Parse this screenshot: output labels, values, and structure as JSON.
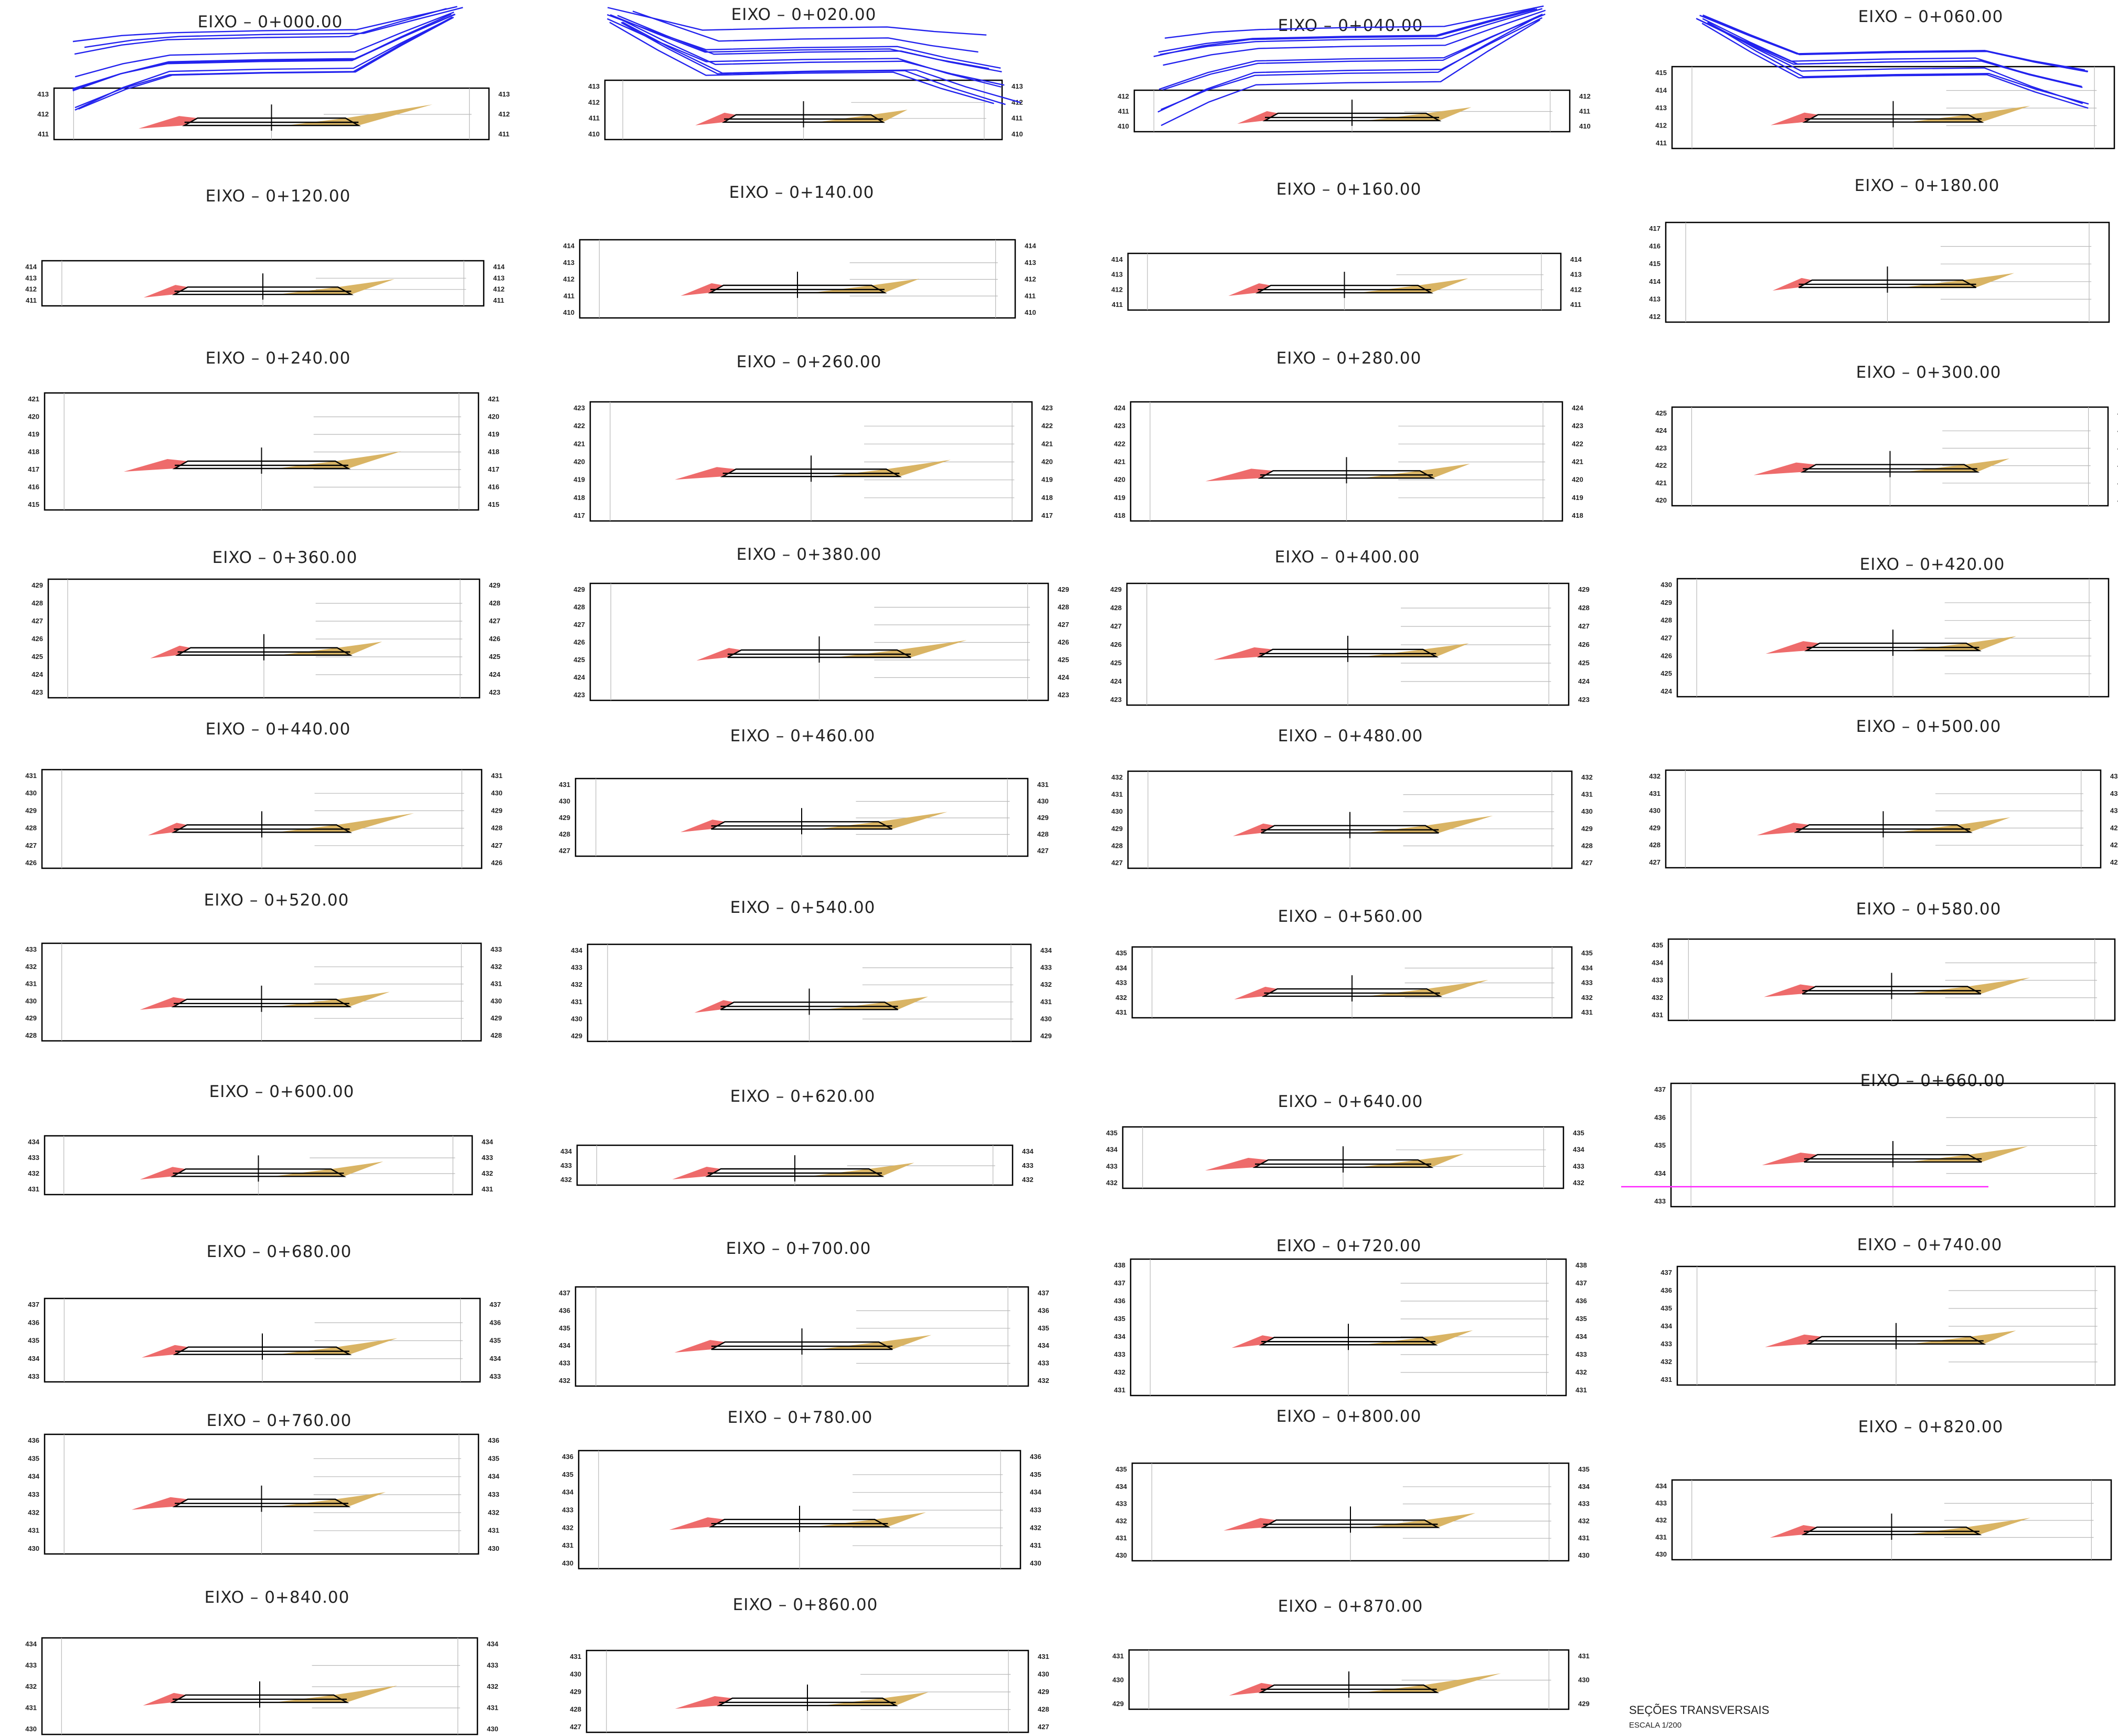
{
  "sheet": {
    "title": "SEÇÕES TRANSVERSAIS",
    "scale": "ESCALA 1/200"
  },
  "sections": [
    {
      "label": "EIXO  –  0+000.00",
      "ticks": [
        "413",
        "412",
        "411"
      ],
      "pr": [
        0,
        0.5,
        1
      ],
      "rr": [
        0.3,
        0.62,
        1.0
      ]
    },
    {
      "label": "EIXO  –  0+020.00",
      "ticks": [
        "413",
        "412",
        "411",
        "410"
      ],
      "pr": [
        1,
        0.5,
        0
      ],
      "rr": [
        0.3,
        0.25,
        0.1
      ]
    },
    {
      "label": "EIXO  –  0+040.00",
      "ticks": [
        "412",
        "411",
        "410"
      ],
      "pr": [
        0,
        0.5,
        1
      ],
      "rr": [
        0.6,
        0.15,
        0.2
      ]
    },
    {
      "label": "EIXO  –  0+060.00",
      "ticks": [
        "415",
        "414",
        "413",
        "412",
        "411"
      ],
      "pr": [
        1,
        0.5,
        0
      ],
      "rr": [
        0.25,
        0.3,
        0.5
      ]
    },
    {
      "label": "EIXO  –  0+120.00",
      "ticks": [
        "414",
        "413",
        "412",
        "411"
      ],
      "pr": [
        0,
        0.5,
        1
      ],
      "rr": [
        0.3,
        0.22,
        0.4
      ]
    },
    {
      "label": "EIXO  –  0+140.00",
      "ticks": [
        "414",
        "413",
        "412",
        "411",
        "410"
      ],
      "pr": [
        1,
        0.5,
        0
      ],
      "rr": [
        0.3,
        0.2,
        0.25
      ]
    },
    {
      "label": "EIXO  –  0+160.00",
      "ticks": [
        "414",
        "413",
        "412",
        "411"
      ],
      "pr": [
        0,
        0.5,
        1
      ],
      "rr": [
        0.5,
        0.2,
        0.3
      ]
    },
    {
      "label": "EIXO  –  0+180.00",
      "ticks": [
        "417",
        "416",
        "415",
        "414",
        "413",
        "412"
      ],
      "pr": [
        1,
        0.5,
        0
      ],
      "rr": [
        0.35,
        0.1,
        0.3
      ]
    },
    {
      "label": "EIXO  –  0+240.00",
      "ticks": [
        "421",
        "420",
        "419",
        "418",
        "417",
        "416",
        "415"
      ],
      "pr": [
        0,
        0.5,
        1
      ],
      "rr": [
        0.3,
        0.75,
        0.6
      ]
    },
    {
      "label": "EIXO  –  0+260.00",
      "ticks": [
        "423",
        "422",
        "421",
        "420",
        "419",
        "418",
        "417"
      ],
      "pr": [
        1,
        0.5,
        0
      ],
      "rr": [
        0.5,
        0.65,
        0.55
      ]
    },
    {
      "label": "EIXO  –  0+280.00",
      "ticks": [
        "424",
        "423",
        "422",
        "421",
        "420",
        "419",
        "418"
      ],
      "pr": [
        0,
        0.5,
        1
      ],
      "rr": [
        0.35,
        0.85,
        0.3
      ]
    },
    {
      "label": "EIXO  –  0+300.00",
      "ticks": [
        "425",
        "424",
        "423",
        "422",
        "421",
        "420"
      ],
      "pr": [
        1,
        0.5,
        0
      ],
      "rr": [
        0.3,
        0.7,
        0.2
      ]
    },
    {
      "label": "EIXO  –  0+360.00",
      "ticks": [
        "429",
        "428",
        "427",
        "426",
        "425",
        "424",
        "423"
      ],
      "pr": [
        0,
        0.5,
        1
      ],
      "rr": [
        0.35,
        0.15,
        0.2
      ]
    },
    {
      "label": "EIXO  –  0+380.00",
      "ticks": [
        "429",
        "428",
        "427",
        "426",
        "425",
        "424",
        "423"
      ],
      "pr": [
        1,
        0.5,
        0
      ],
      "rr": [
        0.45,
        0.2,
        0.6
      ]
    },
    {
      "label": "EIXO  –  0+400.00",
      "ticks": [
        "429",
        "428",
        "427",
        "426",
        "425",
        "424",
        "423"
      ],
      "pr": [
        0,
        0.5,
        1
      ],
      "rr": [
        0.75,
        0.6,
        0.2
      ]
    },
    {
      "label": "EIXO  –  0+420.00",
      "ticks": [
        "430",
        "429",
        "428",
        "427",
        "426",
        "425",
        "424"
      ],
      "pr": [
        1,
        0.5,
        0
      ],
      "rr": [
        0.7,
        0.5,
        0.3
      ]
    },
    {
      "label": "EIXO  –  0+440.00",
      "ticks": [
        "431",
        "430",
        "429",
        "428",
        "427",
        "426"
      ],
      "pr": [
        0,
        0.5,
        1
      ],
      "rr": [
        0.55,
        0.1,
        0.8
      ]
    },
    {
      "label": "EIXO  –  0+460.00",
      "ticks": [
        "431",
        "430",
        "429",
        "428",
        "427"
      ],
      "pr": [
        1,
        0.5,
        0
      ],
      "rr": [
        0.6,
        0.2,
        0.6
      ]
    },
    {
      "label": "EIXO  –  0+480.00",
      "ticks": [
        "432",
        "431",
        "430",
        "429",
        "428",
        "427"
      ],
      "pr": [
        0,
        0.5,
        1
      ],
      "rr": [
        0.55,
        0.15,
        0.6
      ]
    },
    {
      "label": "EIXO  –  0+500.00",
      "ticks": [
        "432",
        "431",
        "430",
        "429",
        "428",
        "427"
      ],
      "pr": [
        1,
        0.5,
        0
      ],
      "rr": [
        0.55,
        0.45,
        0.35
      ]
    },
    {
      "label": "EIXO  –  0+520.00",
      "ticks": [
        "433",
        "432",
        "431",
        "430",
        "429",
        "428"
      ],
      "pr": [
        0,
        0.5,
        1
      ],
      "rr": [
        0.4,
        0.3,
        0.35
      ]
    },
    {
      "label": "EIXO  –  0+540.00",
      "ticks": [
        "434",
        "433",
        "432",
        "431",
        "430",
        "429"
      ],
      "pr": [
        1,
        0.5,
        0
      ],
      "rr": [
        0.15,
        0.1,
        0.15
      ]
    },
    {
      "label": "EIXO  –  0+560.00",
      "ticks": [
        "435",
        "434",
        "433",
        "432",
        "431"
      ],
      "pr": [
        0,
        0.5,
        1
      ],
      "rr": [
        0.2,
        0.2,
        0.5
      ]
    },
    {
      "label": "EIXO  –  0+580.00",
      "ticks": [
        "435",
        "434",
        "433",
        "432",
        "431"
      ],
      "pr": [
        1,
        0.5,
        0
      ],
      "rr": [
        0.3,
        0.4,
        0.5
      ]
    },
    {
      "label": "EIXO  –  0+600.00",
      "ticks": [
        "434",
        "433",
        "432",
        "431"
      ],
      "pr": [
        0,
        0.5,
        1
      ],
      "rr": [
        0.5,
        0.3,
        0.35
      ]
    },
    {
      "label": "EIXO  –  0+620.00",
      "ticks": [
        "434",
        "433",
        "432"
      ],
      "pr": [
        1,
        0.5,
        0
      ],
      "rr": [
        0.2,
        0.35,
        0.2
      ]
    },
    {
      "label": "EIXO  –  0+640.00",
      "ticks": [
        "435",
        "434",
        "433",
        "432"
      ],
      "pr": [
        0,
        0.5,
        1
      ],
      "rr": [
        0.8,
        0.7,
        0.2
      ]
    },
    {
      "label": "EIXO  –  0+660.00",
      "ticks": [
        "437",
        "436",
        "435",
        "434",
        "433"
      ],
      "pr": [
        1,
        0.5,
        0
      ],
      "rr": [
        0.35,
        0.5,
        0.45
      ]
    },
    {
      "label": "EIXO  –  0+680.00",
      "ticks": [
        "437",
        "436",
        "435",
        "434",
        "433"
      ],
      "pr": [
        0,
        0.5,
        1
      ],
      "rr": [
        0.3,
        0.3,
        0.5
      ]
    },
    {
      "label": "EIXO  –  0+700.00",
      "ticks": [
        "437",
        "436",
        "435",
        "434",
        "433",
        "432"
      ],
      "pr": [
        1,
        0.5,
        0
      ],
      "rr": [
        0.6,
        0.35,
        0.3
      ]
    },
    {
      "label": "EIXO  –  0+720.00",
      "ticks": [
        "438",
        "437",
        "436",
        "435",
        "434",
        "433",
        "432",
        "431"
      ],
      "pr": [
        0,
        0.5,
        1
      ],
      "rr": [
        0.4,
        0.2,
        0.3
      ]
    },
    {
      "label": "EIXO  –  0+740.00",
      "ticks": [
        "437",
        "436",
        "435",
        "434",
        "433",
        "432",
        "431"
      ],
      "pr": [
        1,
        0.5,
        0
      ],
      "rr": [
        0.2,
        0.55,
        0.2
      ]
    },
    {
      "label": "EIXO  –  0+760.00",
      "ticks": [
        "436",
        "435",
        "434",
        "433",
        "432",
        "431",
        "430"
      ],
      "pr": [
        0,
        0.5,
        1
      ],
      "rr": [
        0.75,
        0.55,
        0.3
      ]
    },
    {
      "label": "EIXO  –  0+780.00",
      "ticks": [
        "436",
        "435",
        "434",
        "433",
        "432",
        "431",
        "430"
      ],
      "pr": [
        1,
        0.5,
        0
      ],
      "rr": [
        0.3,
        0.5,
        0.3
      ]
    },
    {
      "label": "EIXO  –  0+800.00",
      "ticks": [
        "435",
        "434",
        "433",
        "432",
        "431",
        "430"
      ],
      "pr": [
        0,
        0.5,
        1
      ],
      "rr": [
        0.3,
        0.45,
        0.3
      ]
    },
    {
      "label": "EIXO  –  0+820.00",
      "ticks": [
        "434",
        "433",
        "432",
        "431",
        "430"
      ],
      "pr": [
        1,
        0.5,
        0
      ],
      "rr": [
        0.2,
        0.3,
        0.55
      ]
    },
    {
      "label": "EIXO  –  0+840.00",
      "ticks": [
        "434",
        "433",
        "432",
        "431",
        "430"
      ],
      "pr": [
        0,
        0.5,
        1
      ],
      "rr": [
        0.2,
        0.2,
        0.55
      ]
    },
    {
      "label": "EIXO  –  0+860.00",
      "ticks": [
        "431",
        "430",
        "429",
        "428",
        "427"
      ],
      "pr": [
        1,
        0.5,
        0
      ],
      "rr": [
        0.3,
        0.55,
        0.2
      ]
    },
    {
      "label": "EIXO  –  0+870.00",
      "ticks": [
        "431",
        "430",
        "429"
      ],
      "pr": [
        0,
        0.5,
        1
      ],
      "rr": [
        0.2,
        0.25,
        0.8
      ]
    }
  ]
}
